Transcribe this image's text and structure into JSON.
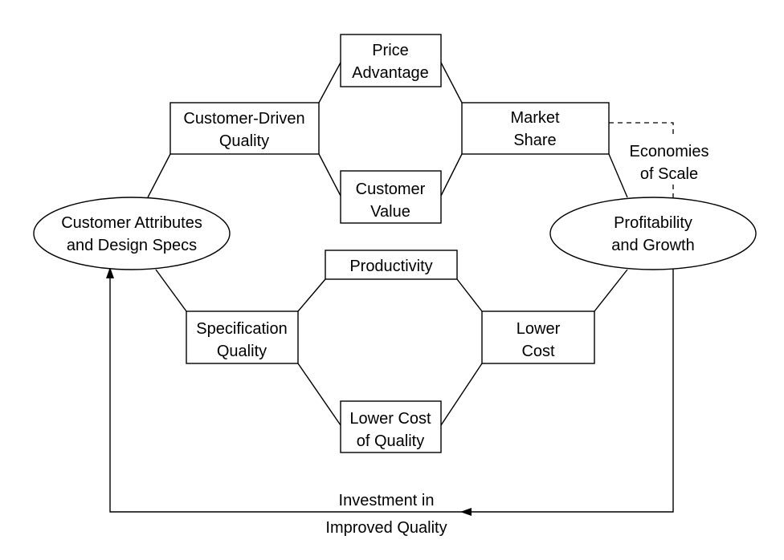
{
  "diagram": {
    "nodes": {
      "customer_attributes": {
        "line1": "Customer Attributes",
        "line2": "and Design Specs"
      },
      "customer_driven_quality": {
        "line1": "Customer-Driven",
        "line2": "Quality"
      },
      "price_advantage": {
        "line1": "Price",
        "line2": "Advantage"
      },
      "customer_value": {
        "line1": "Customer",
        "line2": "Value"
      },
      "market_share": {
        "line1": "Market",
        "line2": "Share"
      },
      "profitability_growth": {
        "line1": "Profitability",
        "line2": "and Growth"
      },
      "productivity": {
        "line1": "Productivity"
      },
      "specification_quality": {
        "line1": "Specification",
        "line2": "Quality"
      },
      "lower_cost": {
        "line1": "Lower",
        "line2": "Cost"
      },
      "lower_cost_of_quality": {
        "line1": "Lower Cost",
        "line2": "of Quality"
      }
    },
    "labels": {
      "economies_of_scale": {
        "line1": "Economies",
        "line2": "of Scale"
      },
      "investment": {
        "line1": "Investment in",
        "line2": "Improved Quality"
      }
    },
    "colors": {
      "line": "#000000",
      "background": "#ffffff"
    }
  }
}
